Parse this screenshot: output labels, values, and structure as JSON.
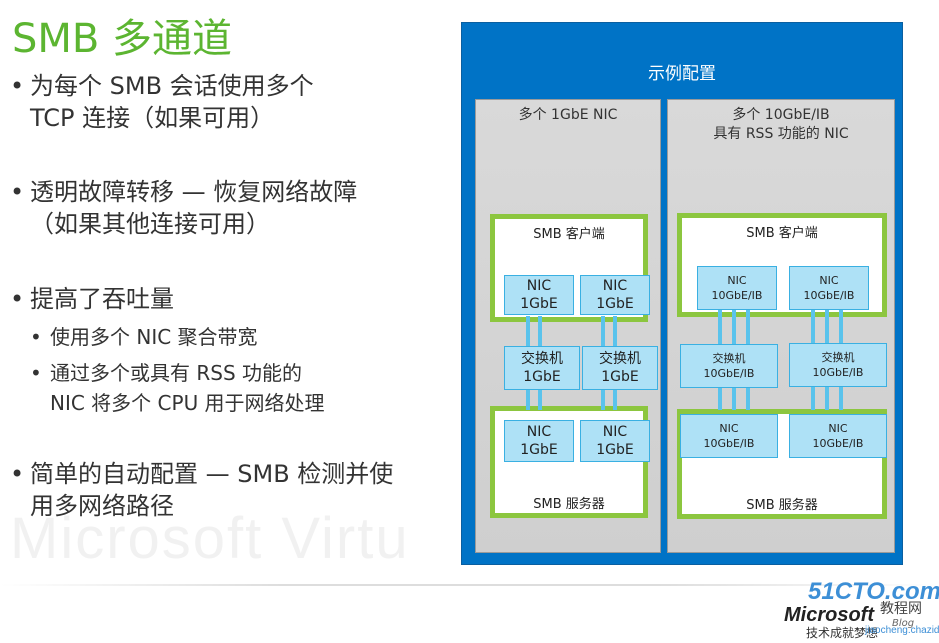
{
  "watermark": "Microsoft Virtu",
  "title": "SMB 多通道",
  "bullets": [
    {
      "level": 1,
      "text": "为每个 SMB 会话使用多个\nTCP 连接（如果可用）"
    },
    {
      "level": 1,
      "text": "透明故障转移 — 恢复网络故障\n（如果其他连接可用）"
    },
    {
      "level": 1,
      "text": "提高了吞吐量"
    },
    {
      "level": 2,
      "text": "使用多个 NIC 聚合带宽"
    },
    {
      "level": 2,
      "text": "通过多个或具有 RSS 功能的\nNIC 将多个 CPU 用于网络处理"
    },
    {
      "level": 1,
      "text": "简单的自动配置 — SMB 检测并使\n用多网络路径"
    }
  ],
  "bullet_symbol": "•",
  "diagram": {
    "title": "示例配置",
    "left_panel": {
      "title": "多个 1GbE NIC",
      "client_label": "SMB 客户端",
      "server_label": "SMB 服务器",
      "client_nics": [
        "NIC\n1GbE",
        "NIC\n1GbE"
      ],
      "switches": [
        "交换机\n1GbE",
        "交换机\n1GbE"
      ],
      "server_nics": [
        "NIC\n1GbE",
        "NIC\n1GbE"
      ]
    },
    "right_panel": {
      "title": "多个 10GbE/IB\n具有 RSS 功能的 NIC",
      "client_label": "SMB 客户端",
      "server_label": "SMB 服务器",
      "client_nics": [
        "NIC\n10GbE/IB",
        "NIC\n10GbE/IB"
      ],
      "switches": [
        "交换机\n10GbE/IB",
        "交换机\n10GbE/IB"
      ],
      "server_nics": [
        "NIC\n10GbE/IB",
        "NIC\n10GbE/IB"
      ]
    }
  },
  "logos": {
    "site": "51CTO.com",
    "brand": "Microsoft",
    "sub": "技术成就梦想",
    "blog": "Blog",
    "js": "教程网",
    "tvs": "jiaocheng.chazidian.com"
  }
}
